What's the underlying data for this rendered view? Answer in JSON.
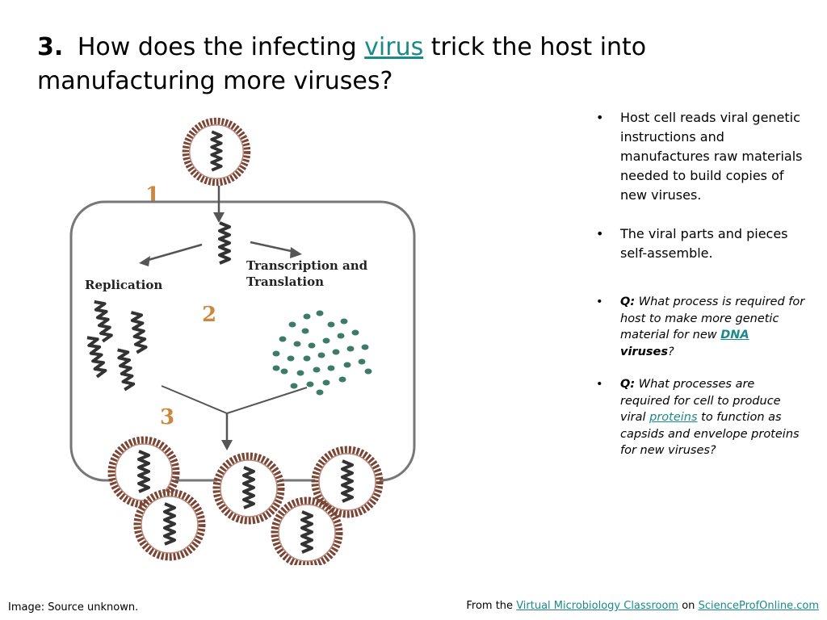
{
  "title": {
    "number": "3.",
    "text_before": "How does the infecting",
    "link": "virus",
    "text_after": "trick the host into manufacturing more viruses?"
  },
  "diagram": {
    "step1": "1",
    "step2": "2",
    "step3": "3",
    "replication_label": "Replication",
    "transcription_label_line1": "Transcription and",
    "transcription_label_line2": "Translation"
  },
  "bullets": {
    "b1": "Host cell reads viral genetic instructions and manufactures raw materials needed to build copies of new viruses.",
    "b2": "The viral parts and pieces self-assemble.",
    "q1_prefix": "Q:",
    "q1_text": "What process is required for host to make more genetic material for new",
    "q1_link": "DNA",
    "q1_bold": "viruses",
    "q1_end": "?",
    "q2_prefix": "Q:",
    "q2_text": "What processes are required for cell to produce viral",
    "q2_link": "proteins",
    "q2_end": "to function as capsids and envelope proteins for new viruses?",
    "bullet_char": "•"
  },
  "footer": {
    "left": "Image: Source unknown.",
    "from": "From the",
    "link1": "Virtual Microbiology Classroom",
    "on": "on",
    "link2": "ScienceProfOnline.com"
  },
  "colors": {
    "link": "#1a8a8a",
    "capsid": "#7a4535",
    "dna": "#333333",
    "particle": "#3d7a6a",
    "step_number": "#c98a40"
  }
}
